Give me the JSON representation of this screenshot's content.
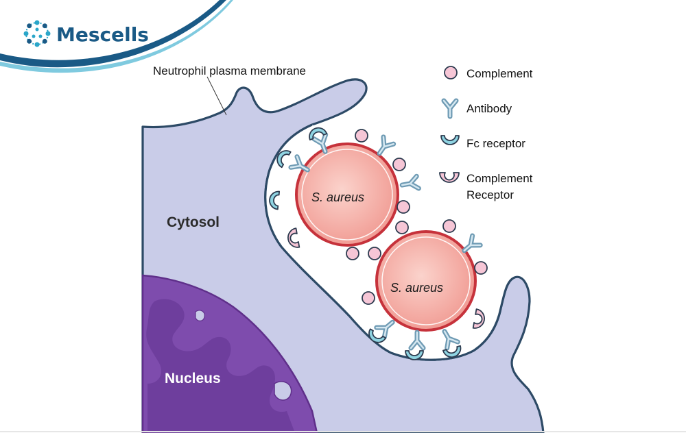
{
  "brand": {
    "name": "Mescells",
    "color": "#1a5a86",
    "accent": "#2aa6c9",
    "icon": "molecule-ring-icon"
  },
  "labels": {
    "membrane": "Neutrophil plasma membrane",
    "cytosol": "Cytosol",
    "nucleus": "Nucleus",
    "bacteria": [
      "S. aureus",
      "S. aureus"
    ]
  },
  "legend": {
    "items": [
      {
        "label": "Complement",
        "icon": "complement-icon"
      },
      {
        "label": "Antibody",
        "icon": "antibody-icon"
      },
      {
        "label": "Fc receptor",
        "icon": "fc-receptor-icon"
      },
      {
        "label": "Complement",
        "label2": "Receptor",
        "icon": "complement-receptor-icon"
      }
    ]
  },
  "colors": {
    "cytosol": "#c9cce8",
    "membrane": "#2d4a66",
    "nucleus": "#7e4cad",
    "nucleus_dark": "#5f2f8a",
    "bacterium": "#f0a6a0",
    "bacterium_rim": "#c6323b",
    "complement": "#f6c6d6",
    "antibody": "#6f9bb4",
    "fc_receptor": "#8fd4e2"
  }
}
